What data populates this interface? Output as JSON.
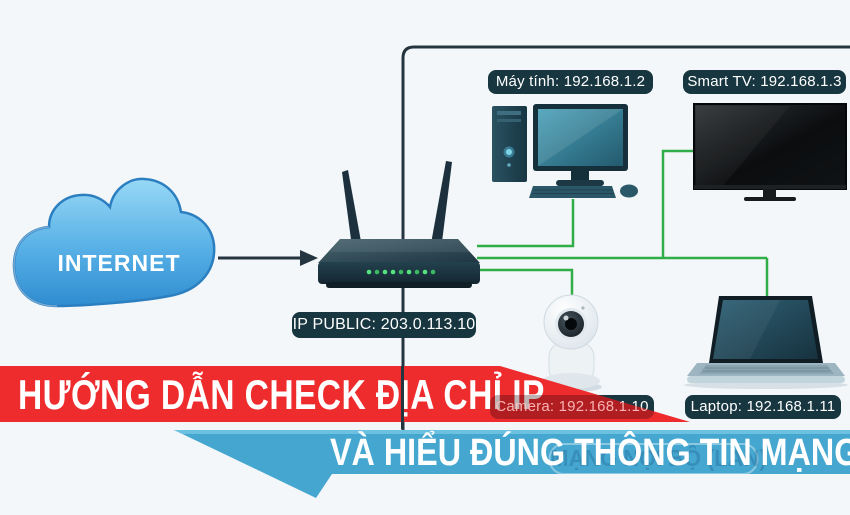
{
  "title_banner": {
    "line1": "HƯỚNG DẪN CHECK ĐỊA CHỈ IP",
    "line2": "VÀ HIỂU ĐÚNG THÔNG TIN MẠNG",
    "watermark": "MẠNG NỘI BỘ (LAN)"
  },
  "diagram": {
    "internet_label": "INTERNET",
    "public_ip_label": "IP PUBLIC: 203.0.113.10",
    "devices": [
      {
        "name": "may-tinh",
        "label": "Máy tính: 192.168.1.2"
      },
      {
        "name": "smart-tv",
        "label": "Smart TV: 192.168.1.3"
      },
      {
        "name": "camera",
        "label": "Camera: 192.168.1.10"
      },
      {
        "name": "laptop",
        "label": "Laptop: 192.168.1.11"
      }
    ]
  },
  "colors": {
    "background": "#f3f7f9",
    "wire_green": "#2fad46",
    "wire_dark": "#243540",
    "label_pill": "#183640",
    "banner_red": "#ee2c2e",
    "banner_blue": "#45a7d0",
    "cloud_blue": "#4aa3dd"
  }
}
